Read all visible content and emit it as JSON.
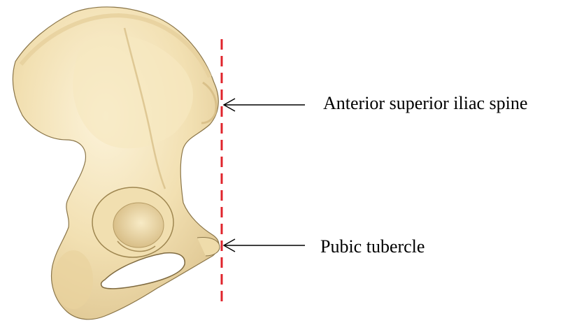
{
  "labels": {
    "asis": "Anterior superior iliac spine",
    "pubic_tubercle": "Pubic tubercle"
  },
  "colors": {
    "background": "#ffffff",
    "bone_fill": "#f3e2b6",
    "bone_light": "#fbf1d4",
    "bone_shadow": "#d9c08a",
    "bone_outline": "#6b5a3a",
    "vertical_reference_line": "#e0242c",
    "arrow": "#000000",
    "label_text": "#000000"
  },
  "vertical_reference_line": {
    "style": "dashed"
  }
}
